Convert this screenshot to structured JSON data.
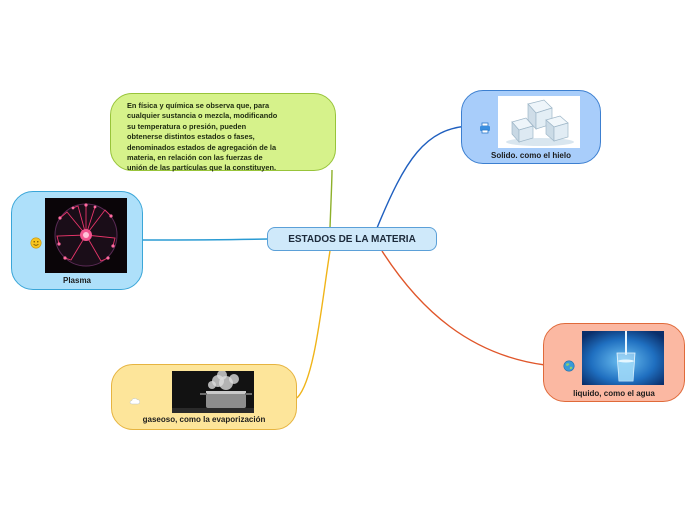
{
  "center": {
    "title": "ESTADOS DE LA MATERIA"
  },
  "note": {
    "lines": [
      "En física y química se observa que, para",
      "cualquier sustancia o mezcla, modificando",
      "su temperatura o presión, pueden",
      "obtenerse distintos estados o fases,",
      "denominados estados de agregación de la",
      "materia, en relación con las fuerzas de",
      "unión de las partículas que la constituyen."
    ]
  },
  "branches": {
    "solido": {
      "label": "Solido. como el hielo",
      "icon": "printer-icon",
      "color": "#1f5fbf"
    },
    "plasma": {
      "label": "Plasma",
      "icon": "smiley-icon",
      "color": "#2a9bd3"
    },
    "liquido": {
      "label": "liquido, como el agua",
      "icon": "globe-icon",
      "color": "#e0562a"
    },
    "gaseoso": {
      "label": "gaseoso, como la evaporización",
      "icon": "cloud-icon",
      "color": "#f0b418"
    }
  },
  "colors": {
    "note_link": "#8db02a"
  }
}
